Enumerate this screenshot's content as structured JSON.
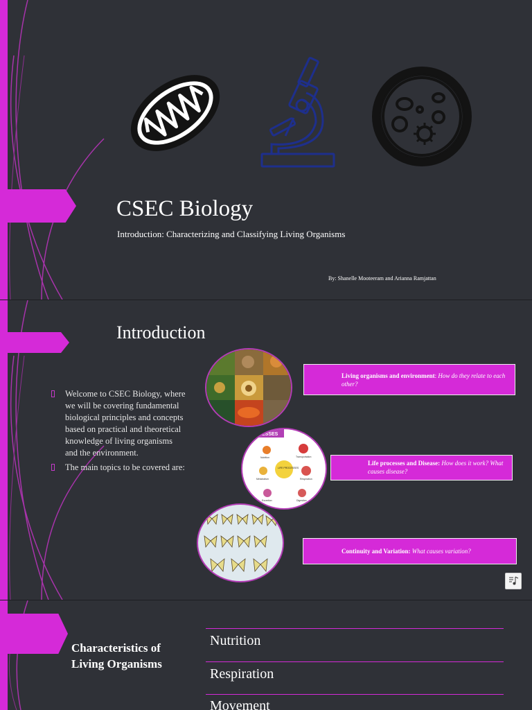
{
  "colors": {
    "accent": "#d52ad8",
    "background": "#2f3137",
    "microscope": "#1e2f8c"
  },
  "slide1": {
    "title": "CSEC Biology",
    "subtitle": "Introduction: Characterizing and Classifying Living Organisms",
    "byline": "By: Shanelle Mooteeram and Arianna Ramjattan",
    "icons": [
      "mitochondrion-icon",
      "microscope-icon",
      "petri-dish-icon"
    ]
  },
  "slide2": {
    "title": "Introduction",
    "bullets": [
      "Welcome to CSEC Biology, where we will be covering fundamental biological principles and concepts based on practical and theoretical knowledge of living organisms and the environment.",
      "The main topics to be covered are:"
    ],
    "topics": [
      {
        "bold": "Living organisms and environment",
        "sep": ": ",
        "italic": "How do they relate to each other?"
      },
      {
        "bold": "Life processes and Disease:",
        "sep": " ",
        "italic": "How does it work? What causes disease?"
      },
      {
        "bold": "Continuity and Variation:",
        "sep": " ",
        "italic": "What causes variation?"
      }
    ],
    "life_processes_image": {
      "header": "ESSES",
      "center": "LIFE PROCESSES",
      "labels": [
        "Nutrition",
        "Transportation",
        "Respiration",
        "Metabolism",
        "Excretion",
        "Digestion"
      ]
    },
    "audio_icon": "audio-icon"
  },
  "slide3": {
    "title": "Characteristics of Living Organisms",
    "topics": [
      "Nutrition",
      "Respiration",
      "Movement"
    ]
  }
}
